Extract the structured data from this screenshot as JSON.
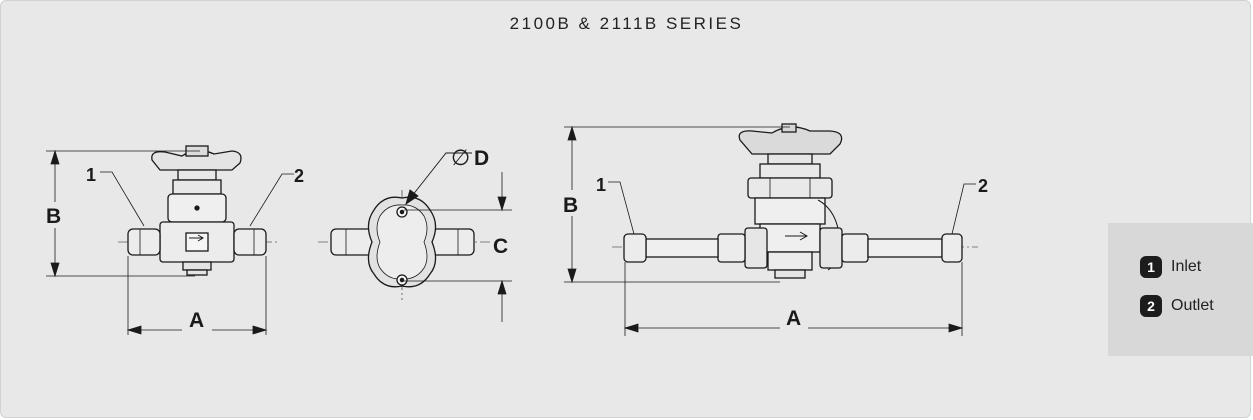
{
  "title": "2100B & 2111B SERIES",
  "labels": {
    "inlet_number": "1",
    "outlet_number": "2",
    "dim_a": "A",
    "dim_b": "B",
    "dim_c": "C",
    "dim_d": "D",
    "diameter_symbol": "∅"
  },
  "legend": [
    {
      "number": "1",
      "label": "Inlet"
    },
    {
      "number": "2",
      "label": "Outlet"
    }
  ],
  "colors": {
    "panel": "#e9e8e8",
    "legend_box": "#d9d8d8",
    "line": "#1a1a1a",
    "valve_fill": "#ececec",
    "badge": "#1c1c1c"
  }
}
